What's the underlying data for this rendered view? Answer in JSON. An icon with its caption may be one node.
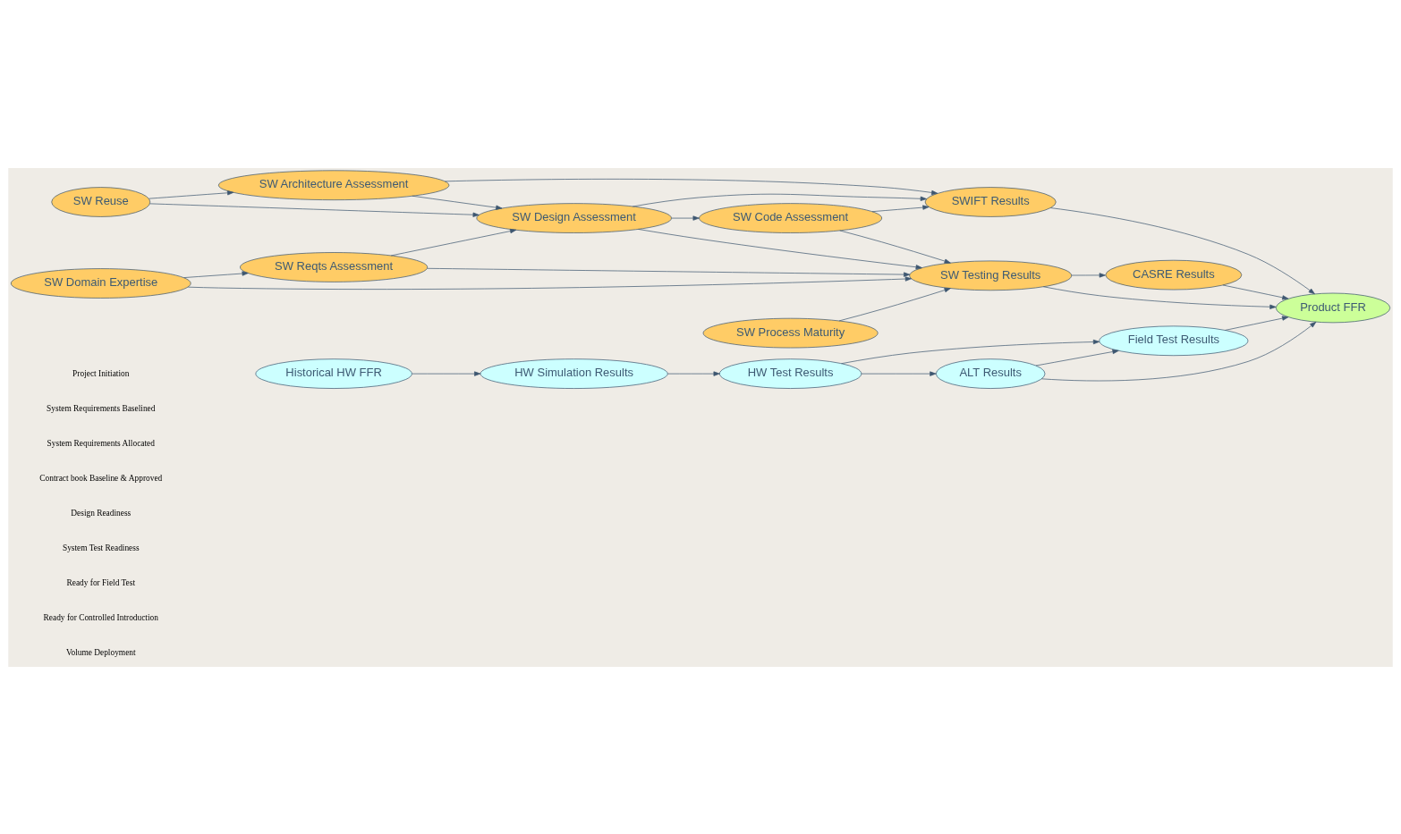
{
  "diagram": {
    "nodes": [
      {
        "text": [
          "Historical HW FFR"
        ]
      },
      {
        "text": [
          "HW Simulation Results"
        ]
      },
      {
        "text": [
          "HW Test Results"
        ]
      },
      {
        "text": [
          "Field Test Results"
        ]
      },
      {
        "text": [
          "ALT Results"
        ]
      },
      {
        "text": [
          "SW Architecture Assessment"
        ]
      },
      {
        "text": [
          "SW Design Assessment"
        ]
      },
      {
        "text": [
          "SWIFT Results"
        ]
      },
      {
        "text": [
          "Product FFR"
        ]
      },
      {
        "text": [
          "SW Reuse"
        ]
      },
      {
        "text": [
          "SW Reqts Assessment"
        ]
      },
      {
        "text": [
          "SW Code Assessment"
        ]
      },
      {
        "text": [
          "CASRE Results"
        ]
      },
      {
        "text": [
          "SW Domain Expertise"
        ]
      },
      {
        "text": [
          "SW Process Maturity"
        ]
      },
      {
        "text": [
          "SW Testing Results"
        ]
      }
    ],
    "edges": [
      {
        "from": 0,
        "to": 1,
        "arrow": "to"
      },
      {
        "from": 1,
        "to": 2,
        "arrow": "to"
      },
      {
        "from": 2,
        "to": 3,
        "arrow": "to"
      },
      {
        "from": 2,
        "to": 4,
        "arrow": "to"
      },
      {
        "from": 4,
        "to": 3,
        "arrow": "to"
      },
      {
        "from": 3,
        "to": 8,
        "arrow": "to"
      },
      {
        "from": 4,
        "to": 8,
        "arrow": "to"
      },
      {
        "from": 5,
        "to": 7,
        "arrow": "to"
      },
      {
        "from": 5,
        "to": 6,
        "arrow": "to"
      },
      {
        "from": 6,
        "to": 7,
        "arrow": "to"
      },
      {
        "from": 7,
        "to": 8,
        "arrow": "to"
      },
      {
        "from": 9,
        "to": 5,
        "arrow": "to"
      },
      {
        "from": 9,
        "to": 6,
        "arrow": "to"
      },
      {
        "from": 10,
        "to": 6,
        "arrow": "to"
      },
      {
        "from": 6,
        "to": 11,
        "arrow": "to"
      },
      {
        "from": 6,
        "to": 15,
        "arrow": "to"
      },
      {
        "from": 11,
        "to": 7,
        "arrow": "to"
      },
      {
        "from": 11,
        "to": 15,
        "arrow": "to"
      },
      {
        "from": 10,
        "to": 15,
        "arrow": "to"
      },
      {
        "from": 15,
        "to": 8,
        "arrow": "to"
      },
      {
        "from": 12,
        "to": 8,
        "arrow": "to"
      },
      {
        "from": 15,
        "to": 12,
        "arrow": "to"
      },
      {
        "from": 13,
        "to": 10,
        "arrow": "to"
      },
      {
        "from": 14,
        "to": 15,
        "arrow": "to"
      },
      {
        "from": 13,
        "to": 15,
        "arrow": "to"
      }
    ],
    "labels": [
      "Project Initiation",
      "System Requirements Baselined",
      "System Requirements Allocated",
      "Contract book Baseline & Approved",
      "Design Readiness",
      "System Test Readiness",
      "Ready for Field Test",
      "Ready for Controlled Introduction",
      "Volume Deployment"
    ]
  }
}
